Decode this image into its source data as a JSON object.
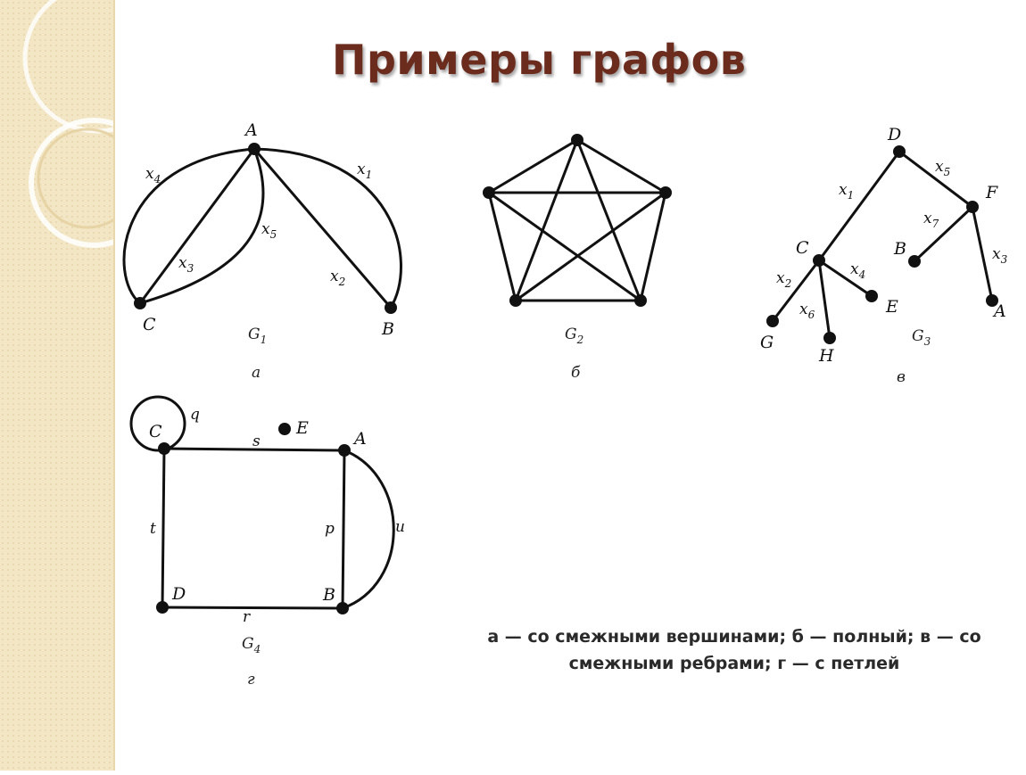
{
  "title": "Примеры графов",
  "caption_line1": "а — со смежными вершинами; б — полный; в — со",
  "caption_line2": "смежными ребрами; г — с петлей",
  "graphs": {
    "g1": {
      "vertices": [
        "A",
        "C",
        "B"
      ],
      "edges": [
        "x",
        "x",
        "x",
        "x",
        "x"
      ],
      "edge_subscripts": [
        "1",
        "2",
        "3",
        "4",
        "5"
      ],
      "name": "G",
      "name_sub": "1",
      "letter": "а"
    },
    "g2": {
      "name": "G",
      "name_sub": "2",
      "letter": "б"
    },
    "g3": {
      "vertices": [
        "D",
        "F",
        "C",
        "B",
        "E",
        "A",
        "G",
        "H"
      ],
      "edges": [
        "x",
        "x",
        "x",
        "x",
        "x",
        "x",
        "x"
      ],
      "edge_subscripts": [
        "1",
        "5",
        "7",
        "3",
        "4",
        "2",
        "6"
      ],
      "name": "G",
      "name_sub": "3",
      "letter": "в"
    },
    "g4": {
      "vertices": [
        "C",
        "E",
        "A",
        "D",
        "B"
      ],
      "edges": [
        "q",
        "s",
        "t",
        "p",
        "u",
        "r"
      ],
      "name": "G",
      "name_sub": "4",
      "letter": "г"
    }
  }
}
